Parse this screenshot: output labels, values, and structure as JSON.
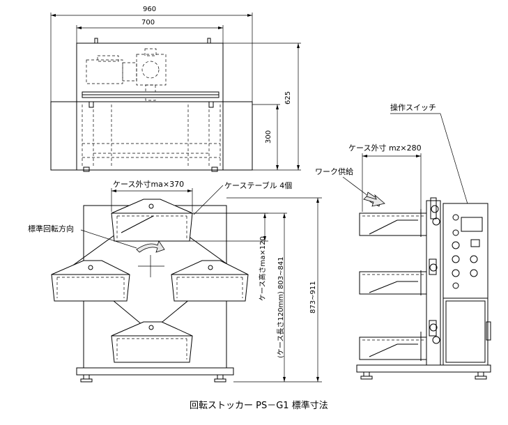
{
  "front_view": {
    "dim_overall_width": "960",
    "dim_inner_width": "700",
    "dim_height": "625",
    "dim_lower_height": "300"
  },
  "rotary_view": {
    "case_outer_width": "ケース外寸ma×370",
    "case_table": "ケーステーブル 4個",
    "rotation_direction": "標準回転方向",
    "case_height": "ケース高さma×120",
    "case_length": "(ケース長さ120mm) 803~841",
    "overall_height": "873~911"
  },
  "side_view": {
    "operation_switch": "操作スイッチ",
    "case_outer_depth": "ケース外寸 mz×280",
    "work_supply": "ワーク供給"
  },
  "caption": "回転ストッカー PS－G1 標準寸法"
}
